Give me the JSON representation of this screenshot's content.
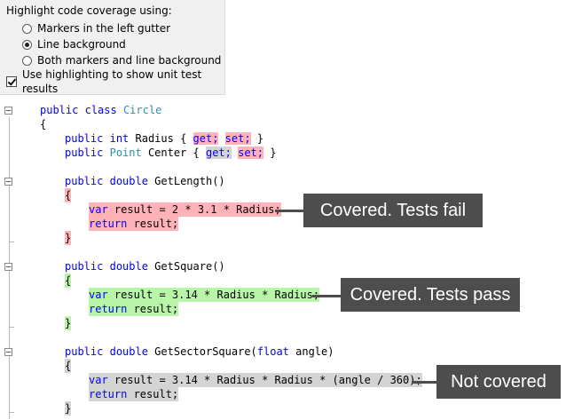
{
  "options": {
    "title": "Highlight code coverage using:",
    "radios": [
      {
        "label": "Markers in the left gutter",
        "selected": false
      },
      {
        "label": "Line background",
        "selected": true
      },
      {
        "label": "Both markers and line background",
        "selected": false
      }
    ],
    "checkbox": {
      "label": "Use highlighting to show unit test results",
      "checked": true
    }
  },
  "code": {
    "class_decl": {
      "kw1": "public",
      "kw2": "class",
      "name": "Circle"
    },
    "brace_open": "{",
    "brace_close": "}",
    "radius_prop": {
      "kw": "public",
      "type": "int",
      "name": " Radius { ",
      "get": "get;",
      "set": "set;",
      "end": " }"
    },
    "center_prop": {
      "kw": "public",
      "type": "Point",
      "name": " Center { ",
      "get": "get;",
      "set": "set;",
      "end": " }"
    },
    "methods": [
      {
        "sig_kw1": "public",
        "sig_kw2": "double",
        "sig_rest": " GetLength()",
        "body1_kw": "var",
        "body1_rest": " result = 2 * 3.1 * Radius;",
        "body2_kw": "return",
        "body2_rest": " result;"
      },
      {
        "sig_kw1": "public",
        "sig_kw2": "double",
        "sig_rest": " GetSquare()",
        "body1_kw": "var",
        "body1_rest": " result = 3.14 * Radius * Radius;",
        "body2_kw": "return",
        "body2_rest": " result;"
      },
      {
        "sig_kw1": "public",
        "sig_kw2": "double",
        "sig_rest": " GetSectorSquare(",
        "sig_kw3": "float",
        "sig_rest2": " angle)",
        "body1_kw": "var",
        "body1_rest": " result = 3.14 * Radius * Radius * (angle / 360);",
        "body2_kw": "return",
        "body2_rest": " result;"
      }
    ]
  },
  "callouts": {
    "fail": "Covered. Tests fail",
    "pass": "Covered. Tests pass",
    "none": "Not covered"
  },
  "colors": {
    "fail_bg": "#ffb3b8",
    "pass_bg": "#b8f5a8",
    "none_bg": "#d4d4d4",
    "callout_bg": "#4d4d4d",
    "keyword": "#0000ff",
    "type": "#2b91af"
  },
  "icons": {
    "fold": "collapse-minus-icon"
  }
}
